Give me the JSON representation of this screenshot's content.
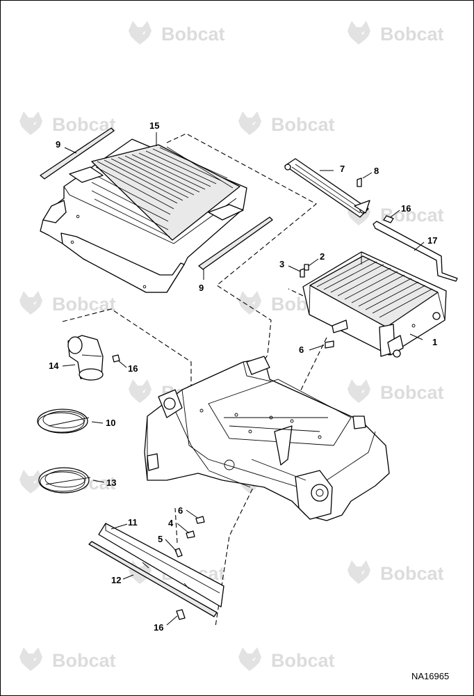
{
  "watermark": {
    "brand": "Bobcat",
    "logo_icon": "bobcat-head-logo"
  },
  "drawing_number": "NA16965",
  "callouts": {
    "c1": "1",
    "c2": "2",
    "c3": "3",
    "c4": "4",
    "c5": "5",
    "c6a": "6",
    "c6b": "6",
    "c7": "7",
    "c8": "8",
    "c9a": "9",
    "c9b": "9",
    "c10": "10",
    "c11": "11",
    "c12": "12",
    "c13": "13",
    "c14": "14",
    "c15": "15",
    "c16a": "16",
    "c16b": "16",
    "c16c": "16",
    "c17": "17"
  }
}
